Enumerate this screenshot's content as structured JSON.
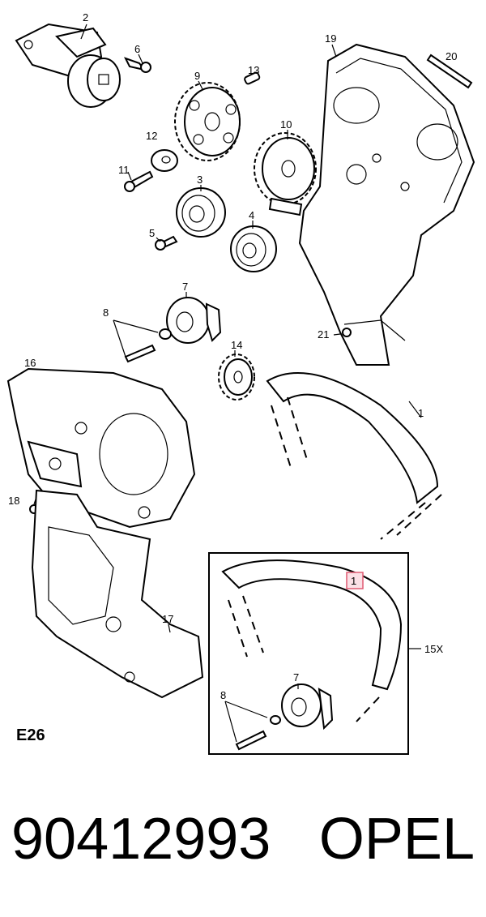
{
  "diagram": {
    "callouts": {
      "c1": "1",
      "c2": "2",
      "c3": "3",
      "c4": "4",
      "c5": "5",
      "c6": "6",
      "c7": "7",
      "c8": "8",
      "c9": "9",
      "c10": "10",
      "c11": "11",
      "c12": "12",
      "c13": "13",
      "c14": "14",
      "c15x": "15X",
      "c16": "16",
      "c17": "17",
      "c18": "18",
      "c19": "19",
      "c20": "20",
      "c21": "21",
      "kit_belt": "1",
      "kit_tensioner": "7",
      "kit_bolt": "8"
    },
    "highlight_color": "#e05a72",
    "section_code": "E26"
  },
  "footer": {
    "part_number": "90412993",
    "brand": "OPEL"
  }
}
